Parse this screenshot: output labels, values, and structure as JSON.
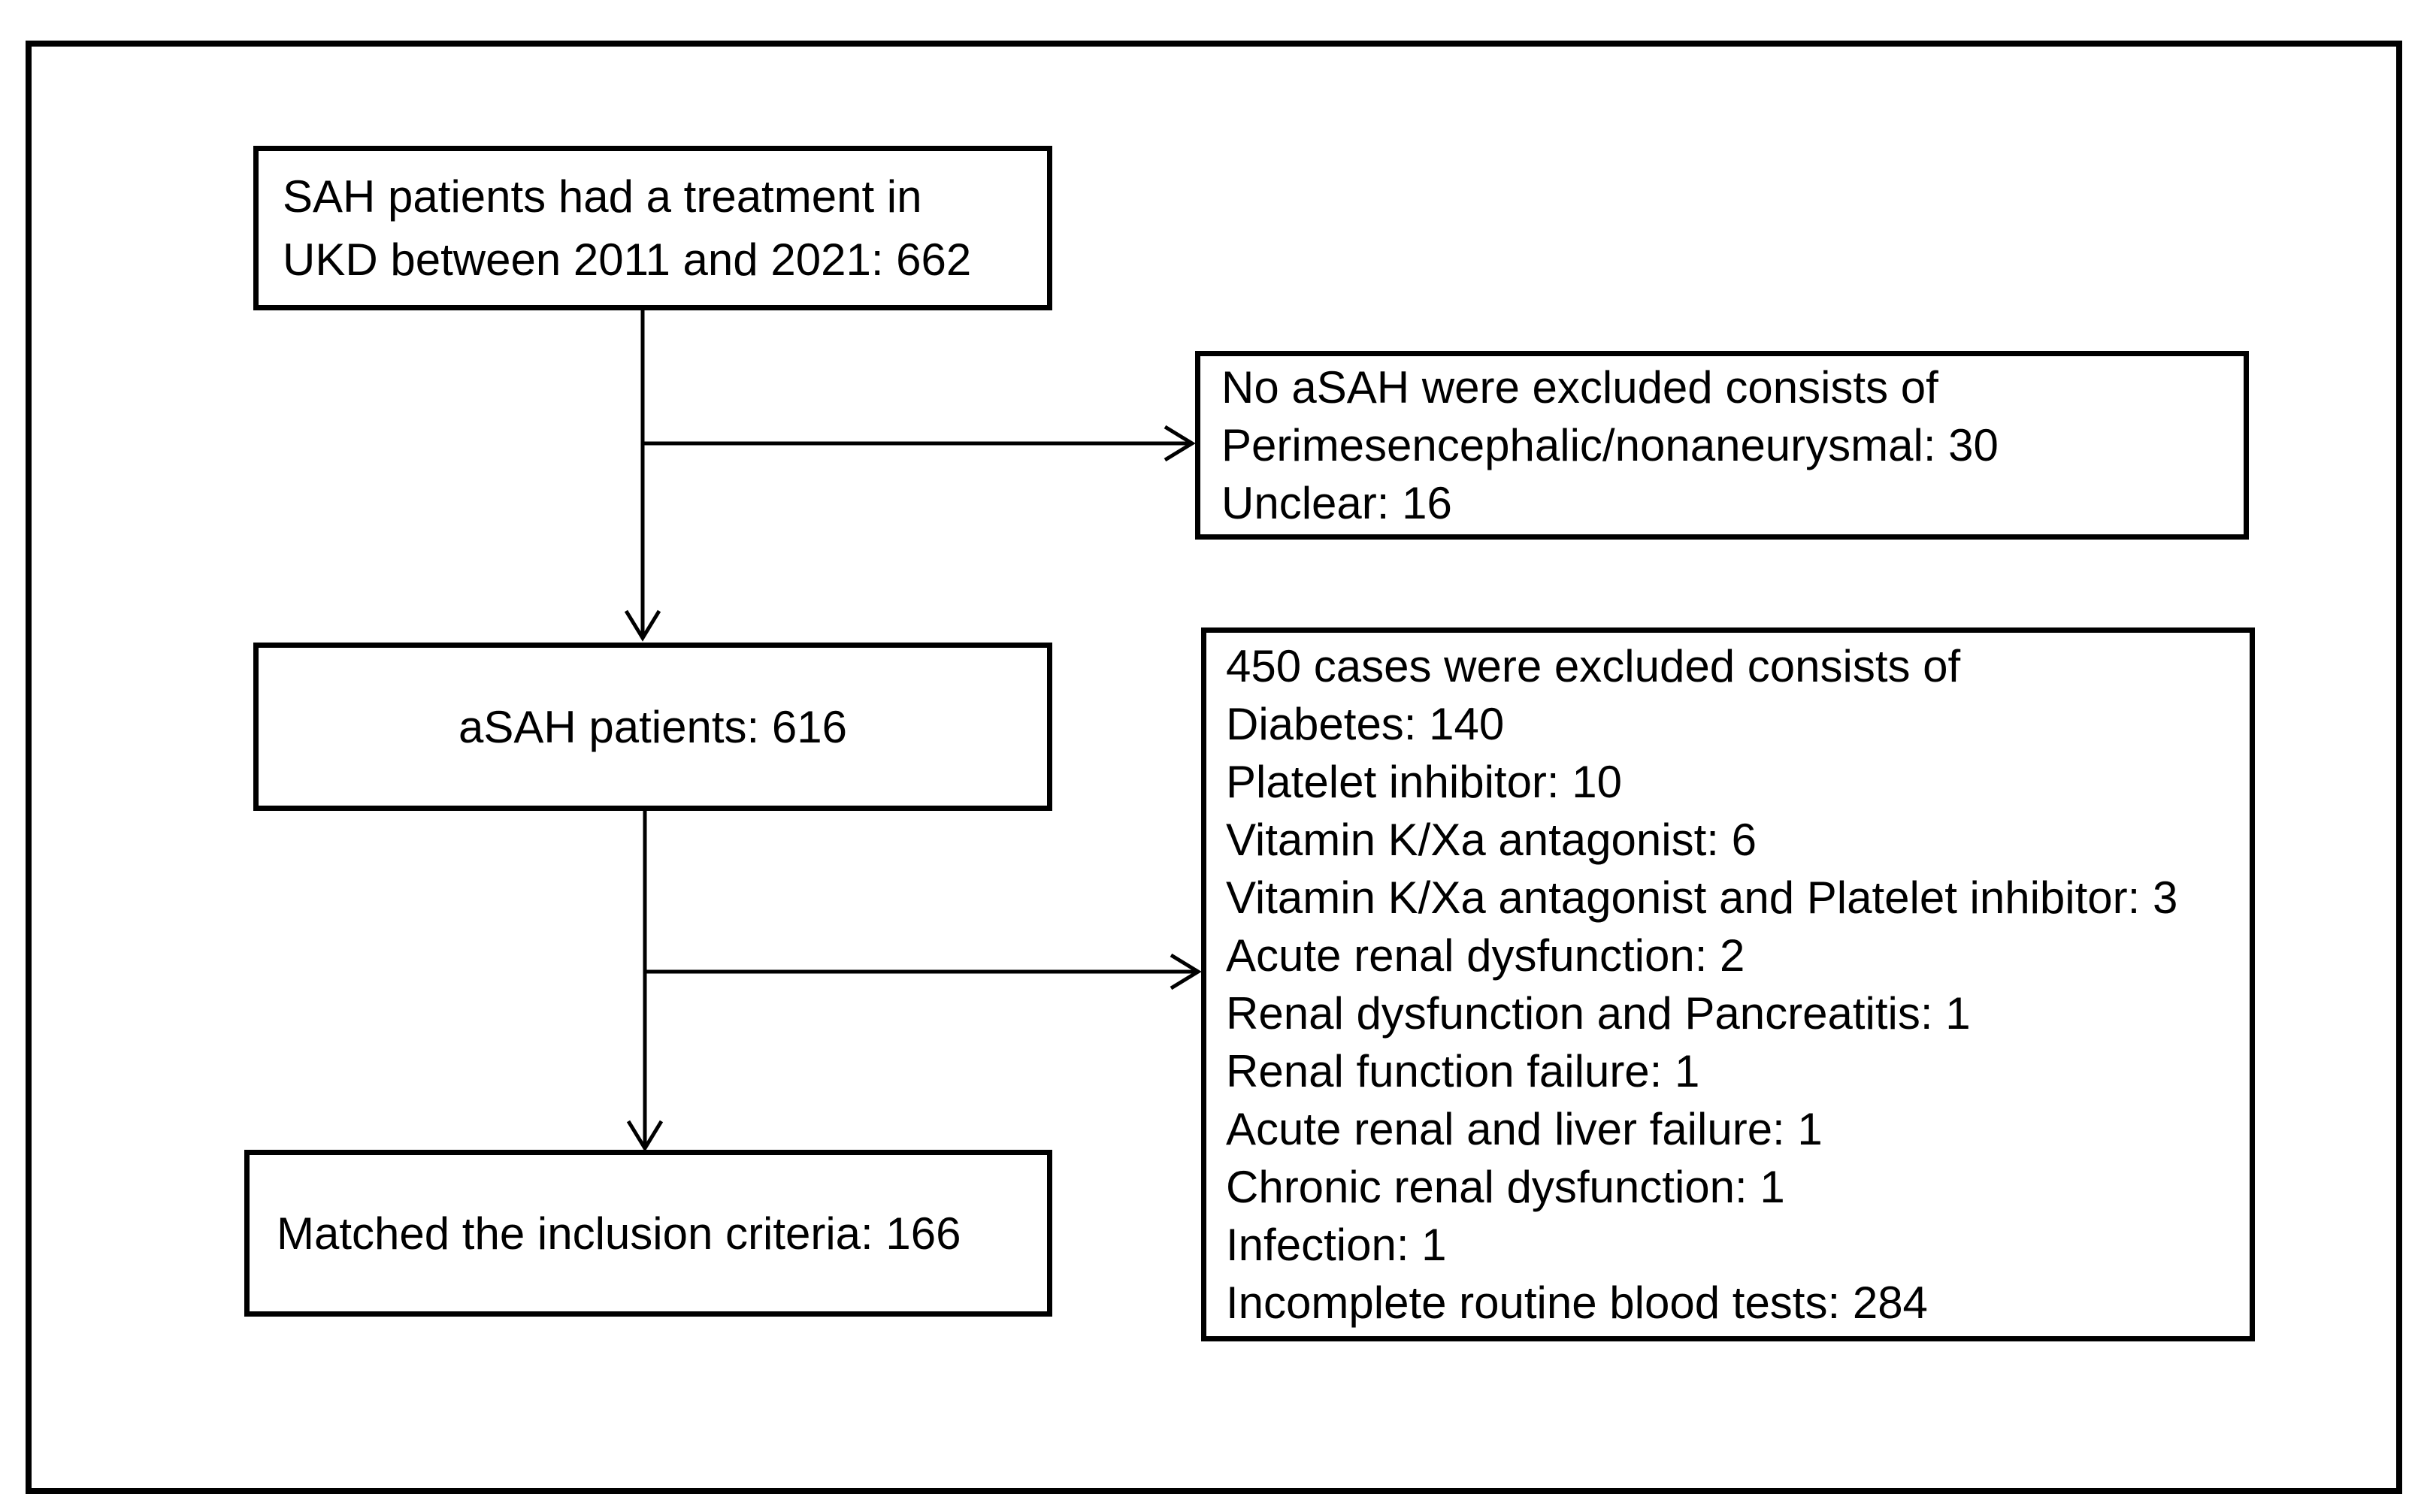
{
  "figure": {
    "type": "patient-flow-diagram",
    "background_color": "#ffffff",
    "line_color": "#000000",
    "text_color": "#000000"
  },
  "boxes": {
    "sah_treatment": {
      "lines": [
        "SAH patients had a treatment in",
        "UKD between 2011 and 2021: 662"
      ]
    },
    "no_asah_excluded": {
      "lines": [
        "No aSAH were excluded consists of",
        "Perimesencephalic/nonaneurysmal: 30",
        "Unclear: 16"
      ]
    },
    "asah_patients": {
      "label": "aSAH patients: 616"
    },
    "excluded_450": {
      "lines": [
        "450 cases were excluded consists of",
        "Diabetes: 140",
        "Platelet inhibitor: 10",
        "Vitamin K/Xa antagonist: 6",
        "Vitamin K/Xa antagonist and Platelet inhibitor: 3",
        "Acute renal dysfunction: 2",
        "Renal dysfunction and Pancreatitis: 1",
        "Renal function failure: 1",
        "Acute renal and liver failure: 1",
        "Chronic renal dysfunction: 1",
        "Infection: 1",
        "Incomplete routine blood tests: 284"
      ]
    },
    "matched_criteria": {
      "label": "Matched the inclusion criteria: 166"
    }
  }
}
